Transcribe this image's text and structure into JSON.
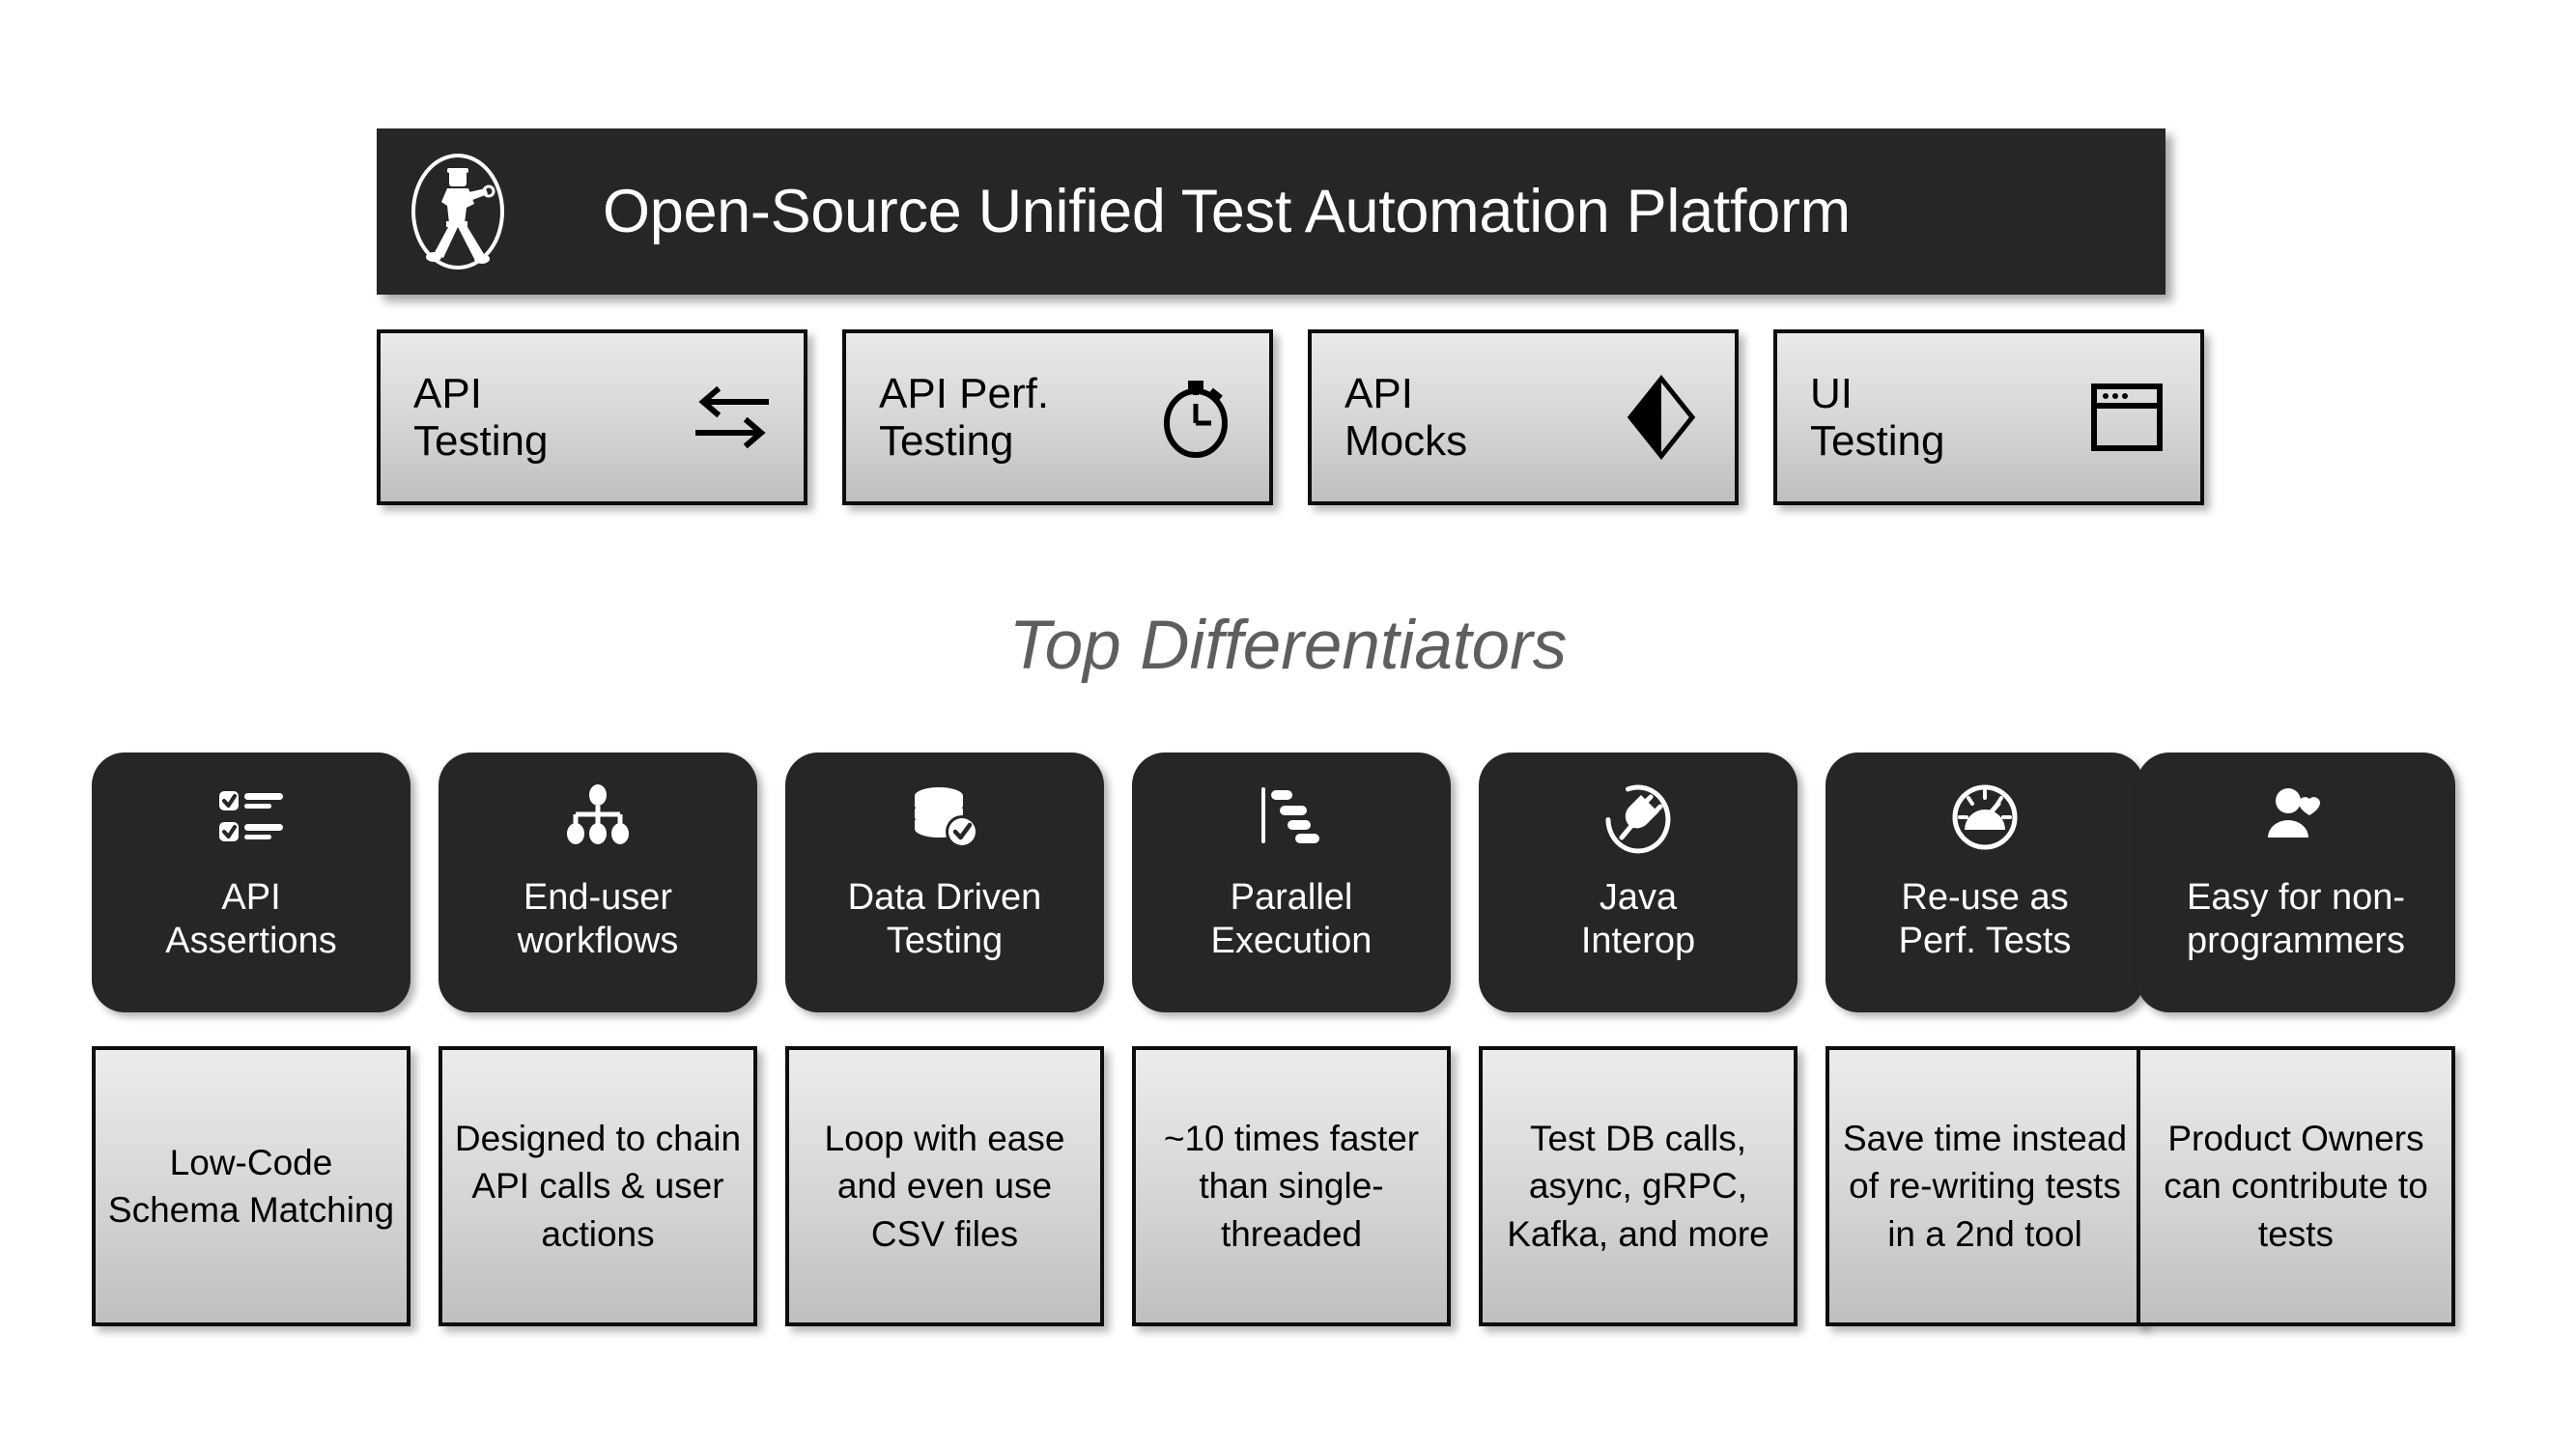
{
  "header": {
    "logo_icon": "karate-figure-logo-icon",
    "title": "Open-Source Unified Test Automation Platform",
    "background_color": "#262626",
    "text_color": "#ffffff"
  },
  "capabilities": [
    {
      "label_line1": "API",
      "label_line2": "Testing",
      "icon": "bidirectional-arrows-icon"
    },
    {
      "label_line1": "API Perf.",
      "label_line2": "Testing",
      "icon": "stopwatch-icon"
    },
    {
      "label_line1": "API",
      "label_line2": "Mocks",
      "icon": "half-filled-diamond-icon"
    },
    {
      "label_line1": "UI",
      "label_line2": "Testing",
      "icon": "browser-window-icon"
    }
  ],
  "section": {
    "title": "Top Differentiators",
    "title_color": "#5e5e5e"
  },
  "differentiators": [
    {
      "icon": "checklist-icon",
      "title_line1": "API",
      "title_line2": "Assertions",
      "description": "Low-Code Schema Matching"
    },
    {
      "icon": "hierarchy-workflow-icon",
      "title_line1": "End-user",
      "title_line2": "workflows",
      "description": "Designed to chain API calls & user actions"
    },
    {
      "icon": "database-check-icon",
      "title_line1": "Data Driven",
      "title_line2": "Testing",
      "description": "Loop with ease and even use CSV files"
    },
    {
      "icon": "gantt-bars-icon",
      "title_line1": "Parallel",
      "title_line2": "Execution",
      "description": "~10 times faster than single-threaded"
    },
    {
      "icon": "plug-connector-icon",
      "title_line1": "Java",
      "title_line2": "Interop",
      "description": "Test DB calls, async, gRPC, Kafka, and more"
    },
    {
      "icon": "speedometer-gauge-icon",
      "title_line1": "Re-use as",
      "title_line2": "Perf. Tests",
      "description": "Save time instead of re-writing tests in a 2nd tool"
    },
    {
      "icon": "person-heart-icon",
      "title_line1": "Easy for non-",
      "title_line2": "programmers",
      "description": "Product Owners can contribute to tests"
    }
  ],
  "theme": {
    "dark": "#262626",
    "panel_top": "#ececec",
    "panel_bottom": "#bfbfbf",
    "border": "#0d0d0d"
  }
}
